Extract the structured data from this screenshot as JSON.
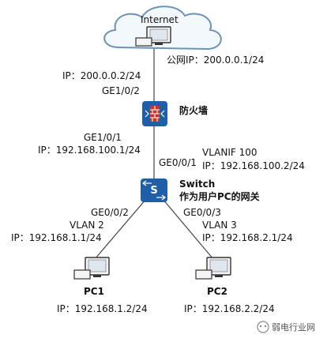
{
  "internet": {
    "label": "Internet",
    "ip": "公网IP：200.0.0.1/24"
  },
  "firewall": {
    "name": "防火墙",
    "upstream_ip": "IP：200.0.0.2/24",
    "upstream_port": "GE1/0/2",
    "downstream_port": "GE1/0/1",
    "downstream_ip": "IP：192.168.100.1/24"
  },
  "switch": {
    "uplink_port": "GE0/0/1",
    "vlanif": "VLANIF 100",
    "vlanif_ip": "IP：192.168.100.2/24",
    "icon_letter": "S",
    "name": "Switch",
    "role": "作为用户PC的网关"
  },
  "pc1_link": {
    "port": "GE0/0/2",
    "vlan": "VLAN 2",
    "ip": "IP：192.168.1.1/24"
  },
  "pc2_link": {
    "port": "GE0/0/3",
    "vlan": "VLAN 3",
    "ip": "IP：192.168.2.1/24"
  },
  "pc1": {
    "name": "PC1",
    "ip": "IP：192.168.1.2/24"
  },
  "pc2": {
    "name": "PC2",
    "ip": "IP：192.168.2.2/24"
  },
  "watermark": "弱电行业网",
  "colors": {
    "device_blue": "#1e5fa8",
    "firewall_red": "#c0392b",
    "cloud_fill": "#f3f8fc",
    "cloud_stroke": "#6b93b8",
    "link_line": "#444444"
  }
}
